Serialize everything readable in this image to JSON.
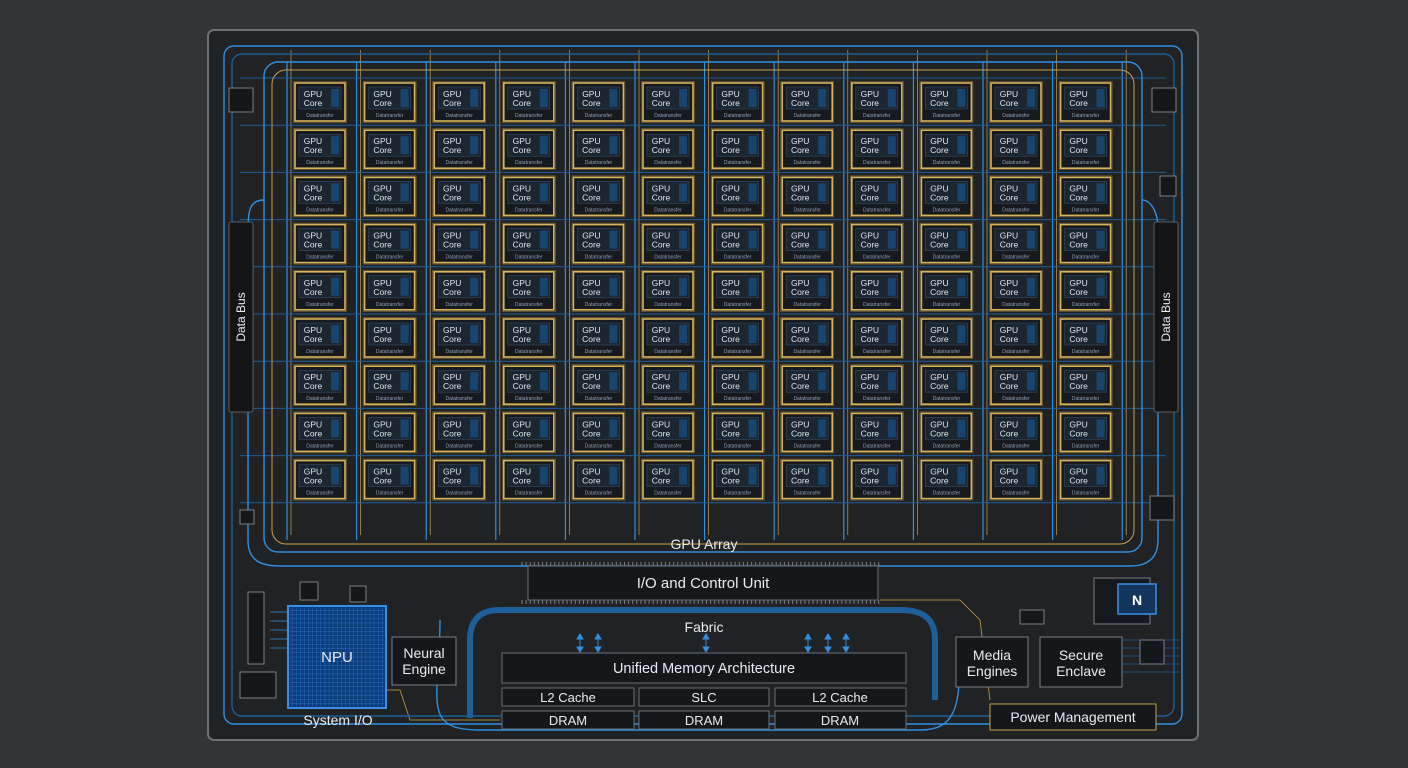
{
  "grid": {
    "rows": 9,
    "cols": 12
  },
  "labels": {
    "data_bus_left": "Data Bus",
    "data_bus_right": "Data Bus",
    "gpu_array": "GPU Array",
    "io_control": "I/O and Control Unit",
    "fabric": "Fabric",
    "npu": "NPU",
    "neural_engine_line1": "Neural",
    "neural_engine_line2": "Engine",
    "system_io": "System I/O",
    "unified_memory": "Unified Memory Architecture",
    "l2_cache_left": "L2 Cache",
    "slc": "SLC",
    "l2_cache_right": "L2 Cache",
    "dram_left": "DRAM",
    "dram_center": "DRAM",
    "dram_right": "DRAM",
    "media_engines_line1": "Media",
    "media_engines_line2": "Engines",
    "secure_enclave_line1": "Secure",
    "secure_enclave_line2": "Enclave",
    "power_management": "Power Management",
    "corner_chip": "N"
  },
  "core": {
    "line1": "GPU",
    "line2": "Core",
    "sub": "Datatransfer"
  },
  "colors": {
    "background": "#333436",
    "board": "#202224",
    "board_border": "#6e7175",
    "trace_blue": "#2f8fe0",
    "trace_blue_dim": "#1d5f99",
    "trace_gold": "#c9a04a",
    "core_border": "#d9b35a",
    "core_fill": "#16191d",
    "npu_fill": "#0b3d7a",
    "npu_border": "#3b8ee8",
    "label": "#e8ecf2"
  }
}
